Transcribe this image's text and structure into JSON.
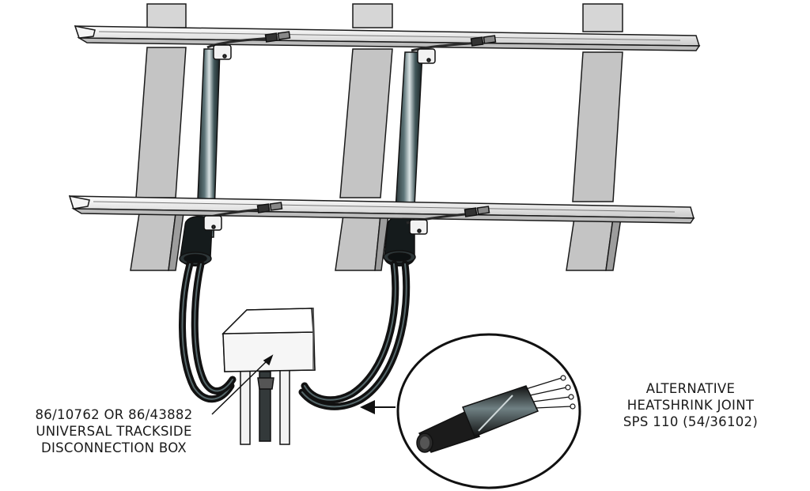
{
  "labels": {
    "box": {
      "line1": "86/10762 OR 86/43882",
      "line2": "UNIVERSAL TRACKSIDE",
      "line3": "DISCONNECTION BOX"
    },
    "joint": {
      "line1": "ALTERNATIVE",
      "line2": "HEATSHRINK JOINT",
      "line3": "SPS 110 (54/36102)"
    }
  },
  "colors": {
    "sleeper": "#c4c4c4",
    "rail": "#ebebeb",
    "duct": "#1f2628",
    "cable": "#2a2a2a",
    "outline": "#1a1a1a"
  }
}
